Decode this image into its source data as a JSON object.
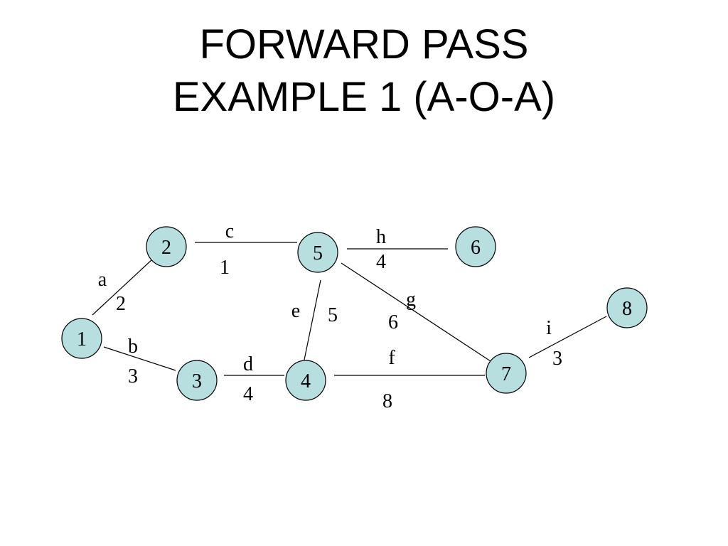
{
  "title": {
    "line1": "FORWARD PASS",
    "line2": "EXAMPLE 1 (A-O-A)"
  },
  "colors": {
    "node_fill": "#b7dfe0",
    "stroke": "#000000"
  },
  "nodes": [
    {
      "id": "1",
      "label": "1"
    },
    {
      "id": "2",
      "label": "2"
    },
    {
      "id": "3",
      "label": "3"
    },
    {
      "id": "4",
      "label": "4"
    },
    {
      "id": "5",
      "label": "5"
    },
    {
      "id": "6",
      "label": "6"
    },
    {
      "id": "7",
      "label": "7"
    },
    {
      "id": "8",
      "label": "8"
    }
  ],
  "edges": [
    {
      "from": "1",
      "to": "2",
      "activity": "a",
      "duration": "2"
    },
    {
      "from": "1",
      "to": "3",
      "activity": "b",
      "duration": "3"
    },
    {
      "from": "2",
      "to": "5",
      "activity": "c",
      "duration": "1"
    },
    {
      "from": "3",
      "to": "4",
      "activity": "d",
      "duration": "4"
    },
    {
      "from": "4",
      "to": "5",
      "activity": "e",
      "duration": "5"
    },
    {
      "from": "4",
      "to": "7",
      "activity": "f",
      "duration": "8"
    },
    {
      "from": "5",
      "to": "7",
      "activity": "g",
      "duration": "6"
    },
    {
      "from": "5",
      "to": "6",
      "activity": "h",
      "duration": "4"
    },
    {
      "from": "7",
      "to": "8",
      "activity": "i",
      "duration": "3"
    }
  ]
}
